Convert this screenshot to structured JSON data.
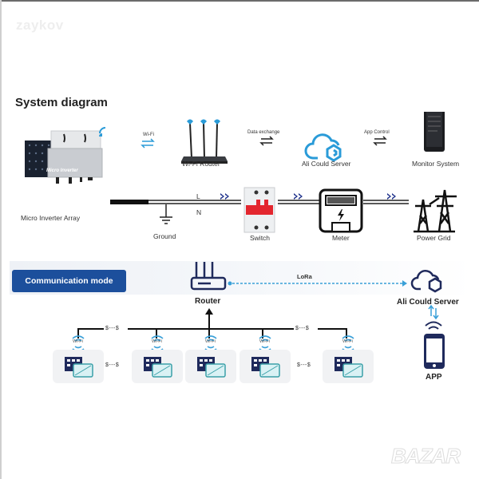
{
  "watermark": "zaykov",
  "corner_logo": "BAZAR",
  "system_diagram": {
    "title": "System diagram",
    "components": {
      "micro_inverter": {
        "label": "Micro Inverter Array",
        "device_text": "Micro Inverter"
      },
      "wifi_router": {
        "label": "Wi-Fi Router"
      },
      "cloud_server": {
        "label": "Ali Could Server"
      },
      "monitor": {
        "label": "Monitor System"
      },
      "ground": {
        "label": "Ground"
      },
      "switch": {
        "label": "Switch"
      },
      "meter": {
        "label": "Meter"
      },
      "power_grid": {
        "label": "Power Grid"
      }
    },
    "links": {
      "wifi": "Wi-Fi",
      "data_exchange": "Data exchange",
      "app_control": "App Control"
    },
    "line_labels": {
      "live": "L",
      "neutral": "N"
    }
  },
  "communication_mode": {
    "badge": "Communication mode",
    "router_label": "Router",
    "lora_label": "LoRa",
    "server_label": "Ali Could Server",
    "app_label": "APP",
    "node_wifi_label": "Wi-Fi",
    "ellipsis": "$---$",
    "node_count": 5
  },
  "colors": {
    "accent_blue": "#1c4f9c",
    "navy": "#1f2a5c",
    "cyan": "#3aa0d8",
    "dark": "#222222"
  }
}
